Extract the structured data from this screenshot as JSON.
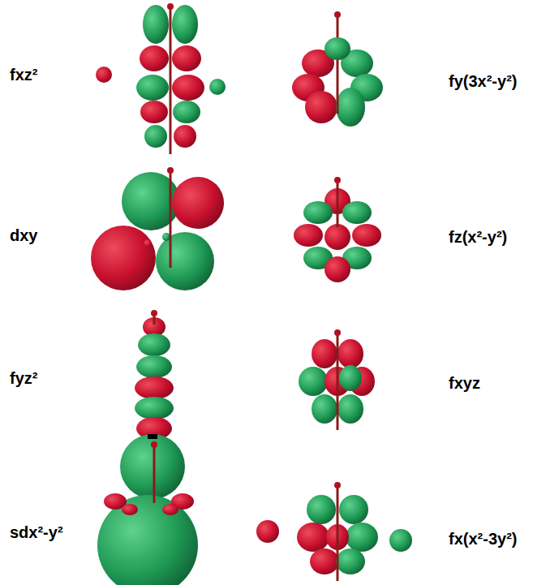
{
  "diagram": {
    "labels": [
      "fxz²",
      "fy(3x²-y²)",
      "dxy",
      "fz(x²-y²)",
      "fyz²",
      "fxyz",
      "sdx²-y²",
      "fx(x²-3y²)"
    ]
  }
}
